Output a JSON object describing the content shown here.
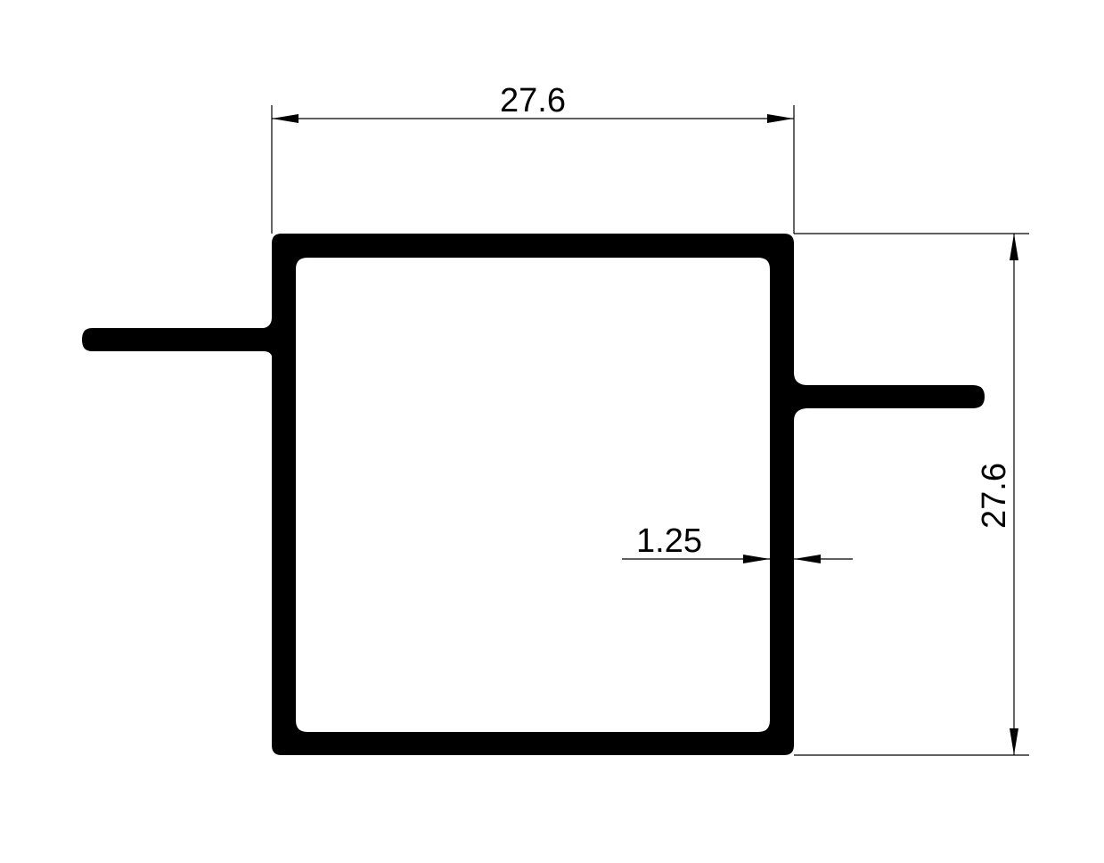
{
  "drawing": {
    "dimensions": {
      "top_width": "27.6",
      "right_height": "27.6",
      "wall_thickness": "1.25"
    },
    "colors": {
      "profile": "#000000",
      "background": "#ffffff",
      "dimension_lines": "#000000"
    }
  }
}
